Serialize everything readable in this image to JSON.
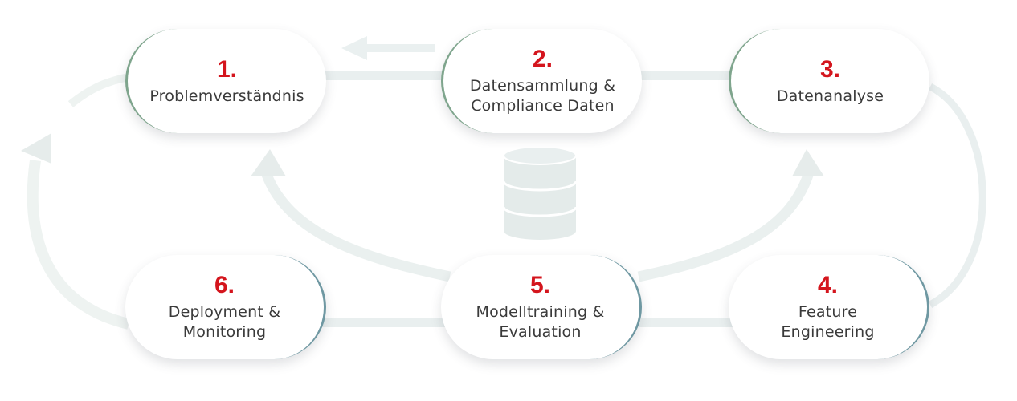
{
  "steps": [
    {
      "number": "1.",
      "lines": [
        "Problemverständnis"
      ]
    },
    {
      "number": "2.",
      "lines": [
        "Datensammlung &",
        "Compliance Daten"
      ]
    },
    {
      "number": "3.",
      "lines": [
        "Datenanalyse"
      ]
    },
    {
      "number": "4.",
      "lines": [
        "Feature",
        "Engineering"
      ]
    },
    {
      "number": "5.",
      "lines": [
        "Modelltraining &",
        "Evaluation"
      ]
    },
    {
      "number": "6.",
      "lines": [
        "Deployment &",
        "Monitoring"
      ]
    }
  ],
  "colors": {
    "number": "#d4151d",
    "text": "#3a3a3a",
    "connector": "#e8eeee",
    "accent_top": "#7fa58d",
    "accent_bottom": "#6f98a2"
  },
  "icons": {
    "database": "database-icon",
    "arrow": "arrow-icon"
  }
}
